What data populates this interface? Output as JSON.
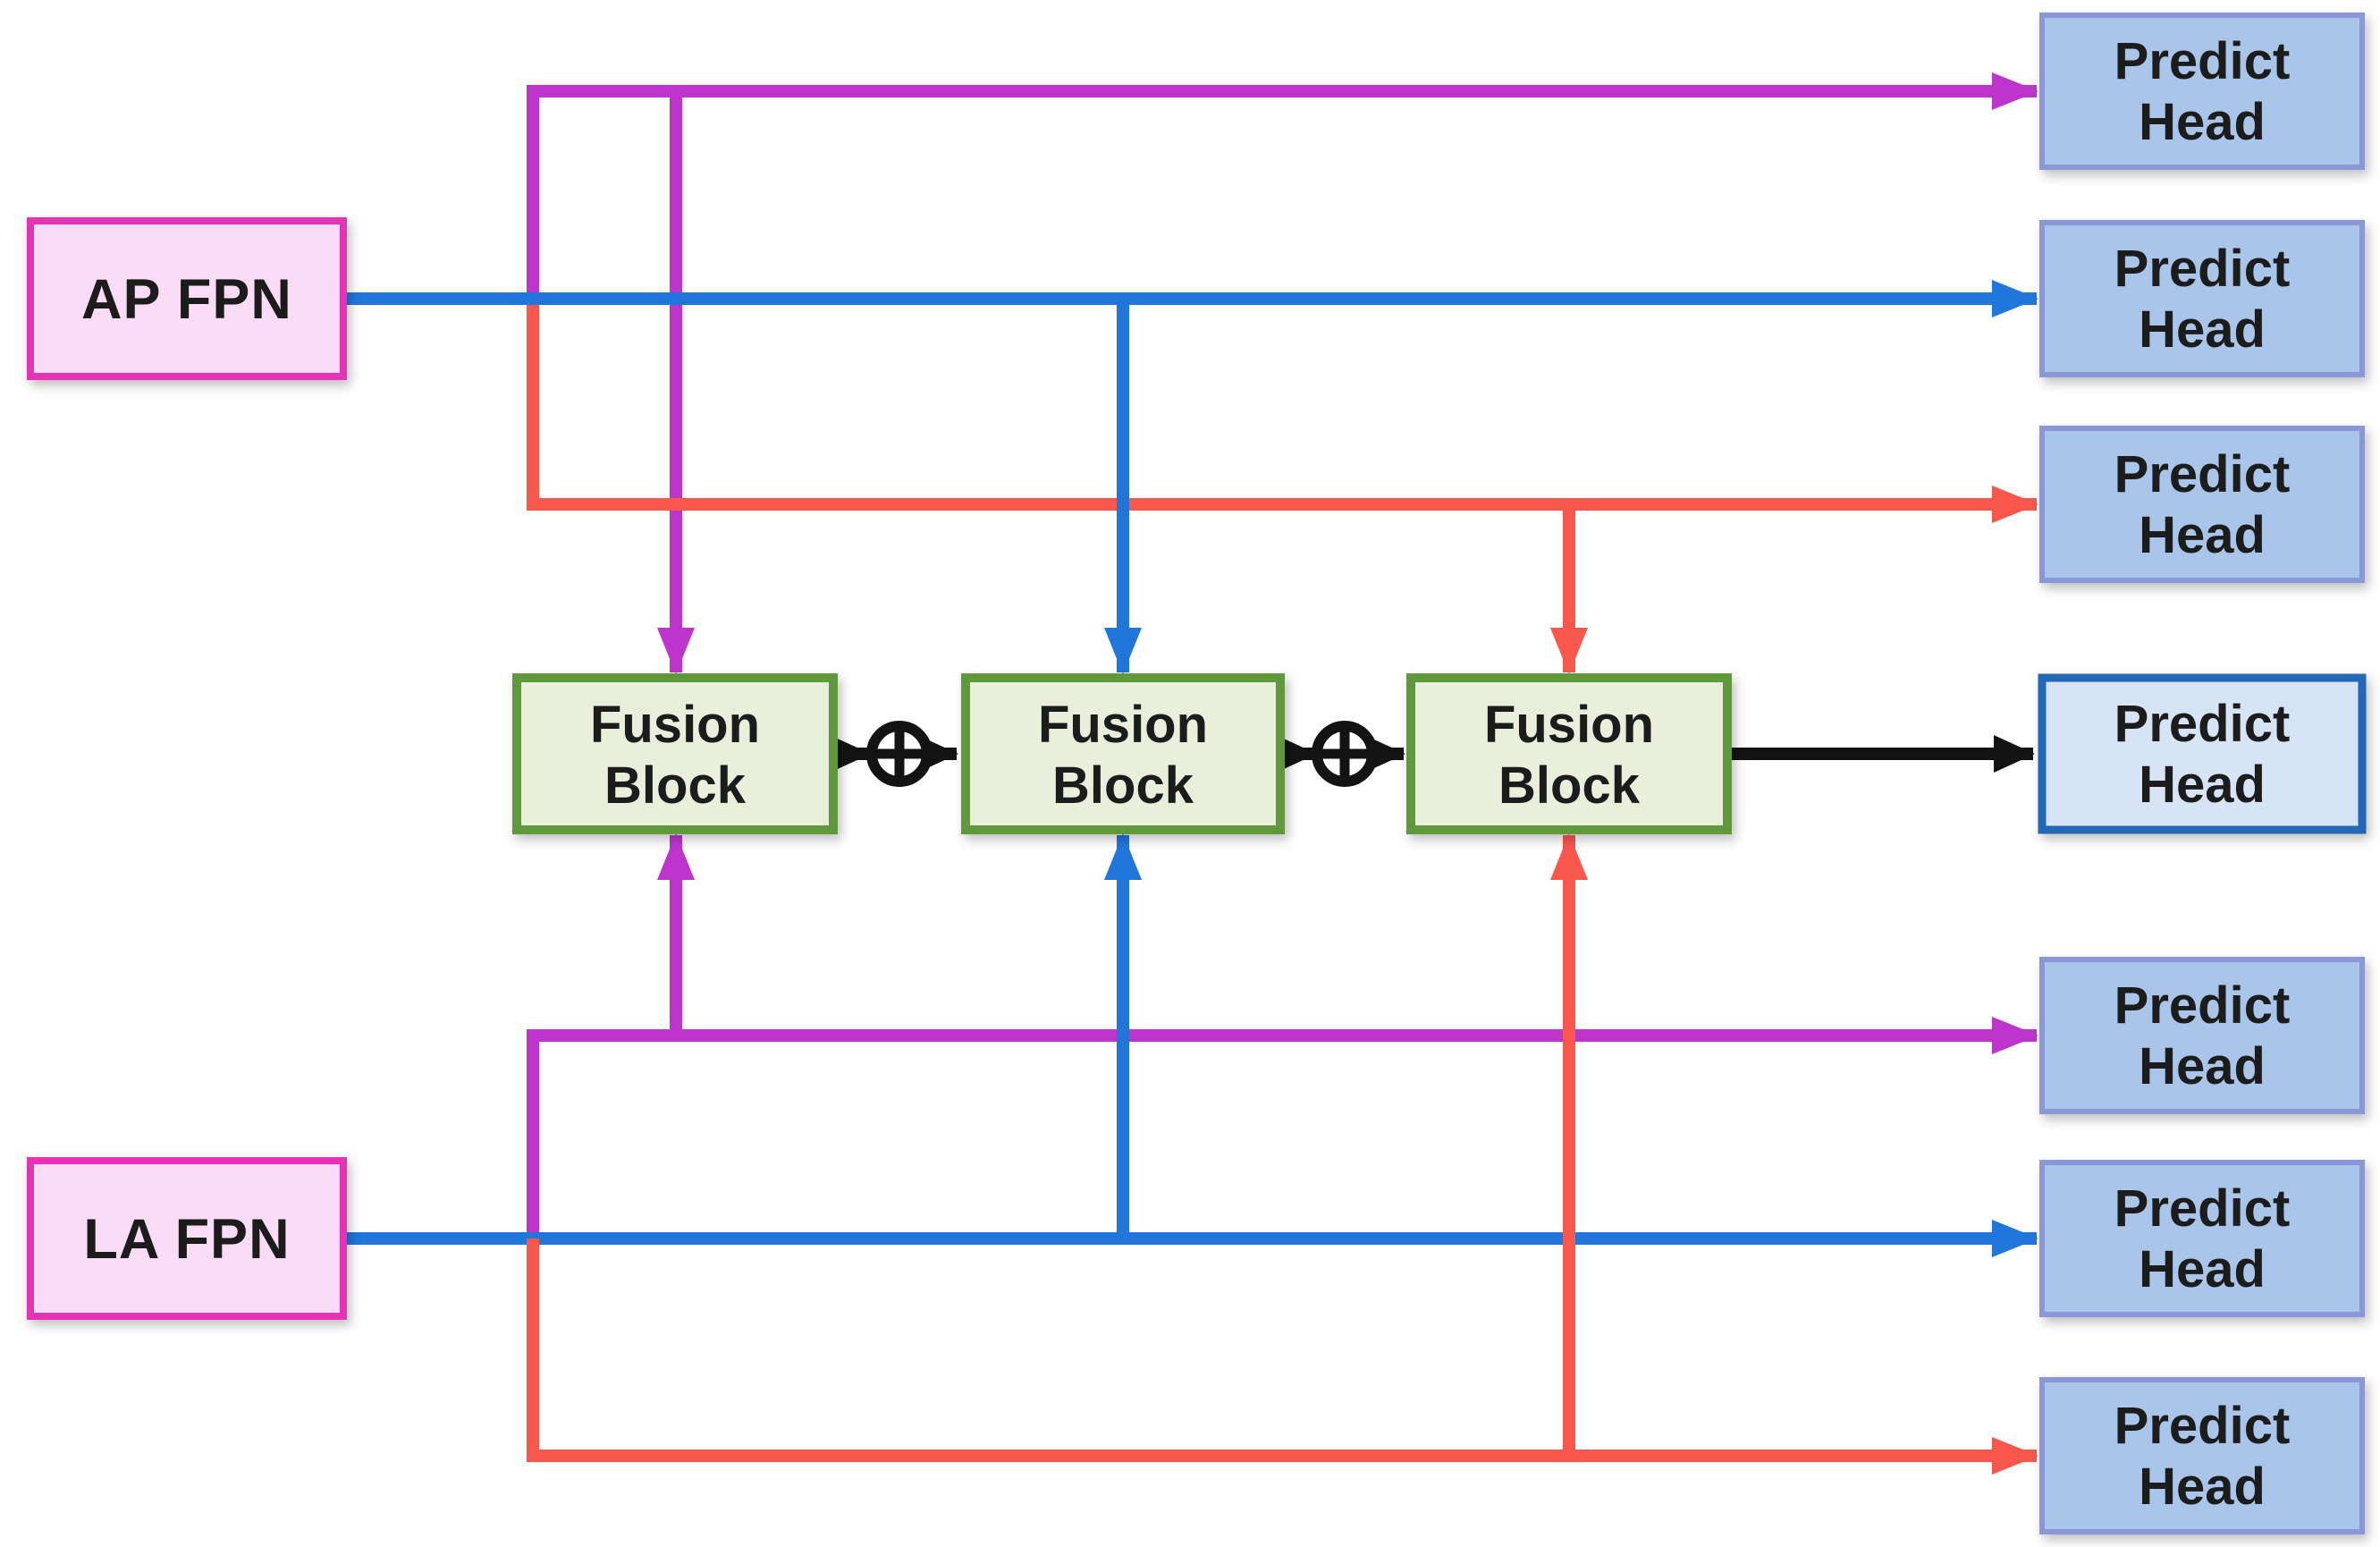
{
  "diagram": {
    "background": "#ffffff",
    "nodes": {
      "ap_fpn": {
        "label": "AP FPN"
      },
      "la_fpn": {
        "label": "LA FPN"
      },
      "fusion_blocks": [
        {
          "line1": "Fusion",
          "line2": "Block"
        },
        {
          "line1": "Fusion",
          "line2": "Block"
        },
        {
          "line1": "Fusion",
          "line2": "Block"
        }
      ],
      "predict_heads": [
        {
          "line1": "Predict",
          "line2": "Head"
        },
        {
          "line1": "Predict",
          "line2": "Head"
        },
        {
          "line1": "Predict",
          "line2": "Head"
        },
        {
          "line1": "Predict",
          "line2": "Head"
        },
        {
          "line1": "Predict",
          "line2": "Head"
        },
        {
          "line1": "Predict",
          "line2": "Head"
        },
        {
          "line1": "Predict",
          "line2": "Head"
        }
      ]
    },
    "operators": [
      {
        "symbol": "⊕"
      },
      {
        "symbol": "⊕"
      }
    ],
    "colors": {
      "purple_line": "#bd35cd",
      "blue_line": "#2176dc",
      "red_line": "#f9574c",
      "black_line": "#131313",
      "fpn_fill": "#fbdcf6",
      "fpn_border": "#e633b4",
      "fusion_fill": "#e9efda",
      "fusion_border": "#61993a",
      "head_fill": "#a9c6ea",
      "head_border": "#8a97d8",
      "final_head_fill": "#d6e4f5",
      "final_head_border": "#2268b6",
      "sum_fill": "#ffffff"
    }
  }
}
